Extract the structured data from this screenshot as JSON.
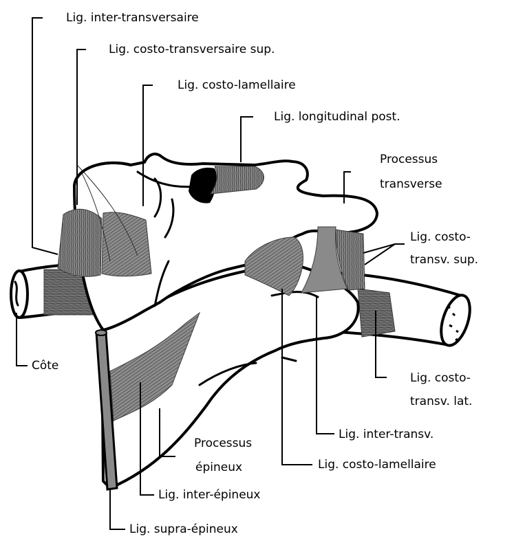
{
  "figure": {
    "labels": {
      "lig_inter_transversaire": "Lig. inter-transversaire",
      "lig_costo_transversaire_sup": "Lig. costo-transversaire sup.",
      "lig_costo_lamellaire_top": "Lig. costo-lamellaire",
      "lig_longitudinal_post": "Lig. longitudinal post.",
      "processus_transverse_1": "Processus",
      "processus_transverse_2": "transverse",
      "lig_costo_transv_sup_1": "Lig. costo-",
      "lig_costo_transv_sup_2": "transv. sup.",
      "cote": "Côte",
      "lig_costo_transv_lat_1": "Lig. costo-",
      "lig_costo_transv_lat_2": "transv. lat.",
      "lig_inter_transv": "Lig. inter-transv.",
      "processus_epineux_1": "Processus",
      "processus_epineux_2": "épineux",
      "lig_costo_lamellaire_bottom": "Lig. costo-lamellaire",
      "lig_inter_epineux": "Lig. inter-épineux",
      "lig_supra_epineux": "Lig. supra-épineux"
    },
    "colors": {
      "ligament": "#8a8a8a",
      "outline": "#000000",
      "bone": "#ffffff"
    }
  }
}
